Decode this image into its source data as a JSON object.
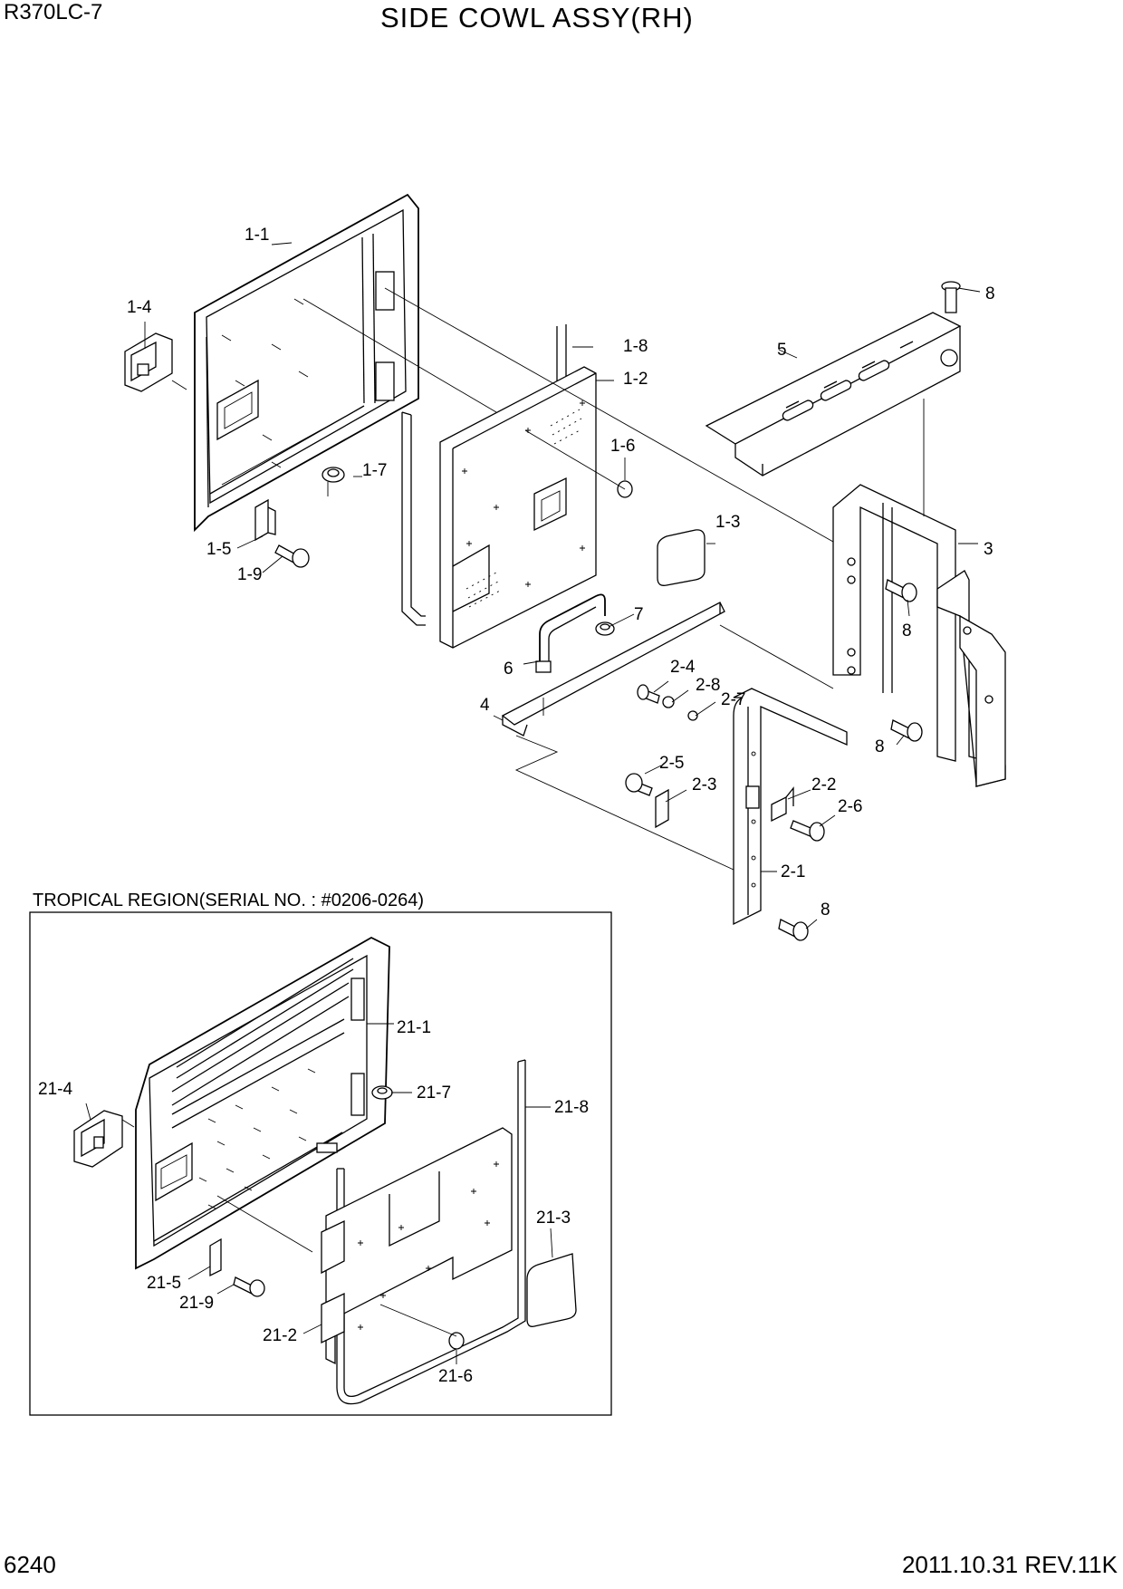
{
  "header": {
    "model": "R370LC-7",
    "title": "SIDE COWL ASSY(RH)"
  },
  "footer": {
    "page_number": "6240",
    "revision": "2011.10.31  REV.11K"
  },
  "inset": {
    "title": "TROPICAL REGION(SERIAL NO. : #0206-0264)"
  },
  "callouts": {
    "c1_1": "1-1",
    "c1_2": "1-2",
    "c1_3": "1-3",
    "c1_4": "1-4",
    "c1_5": "1-5",
    "c1_6": "1-6",
    "c1_7": "1-7",
    "c1_8": "1-8",
    "c1_9": "1-9",
    "c2_1": "2-1",
    "c2_2": "2-2",
    "c2_3": "2-3",
    "c2_4": "2-4",
    "c2_5": "2-5",
    "c2_6": "2-6",
    "c2_7": "2-7",
    "c2_8": "2-8",
    "c3": "3",
    "c4": "4",
    "c5": "5",
    "c6": "6",
    "c7": "7",
    "c8a": "8",
    "c8b": "8",
    "c8c": "8",
    "c8d": "8",
    "c21_1": "21-1",
    "c21_2": "21-2",
    "c21_3": "21-3",
    "c21_4": "21-4",
    "c21_5": "21-5",
    "c21_6": "21-6",
    "c21_7": "21-7",
    "c21_8": "21-8",
    "c21_9": "21-9"
  }
}
